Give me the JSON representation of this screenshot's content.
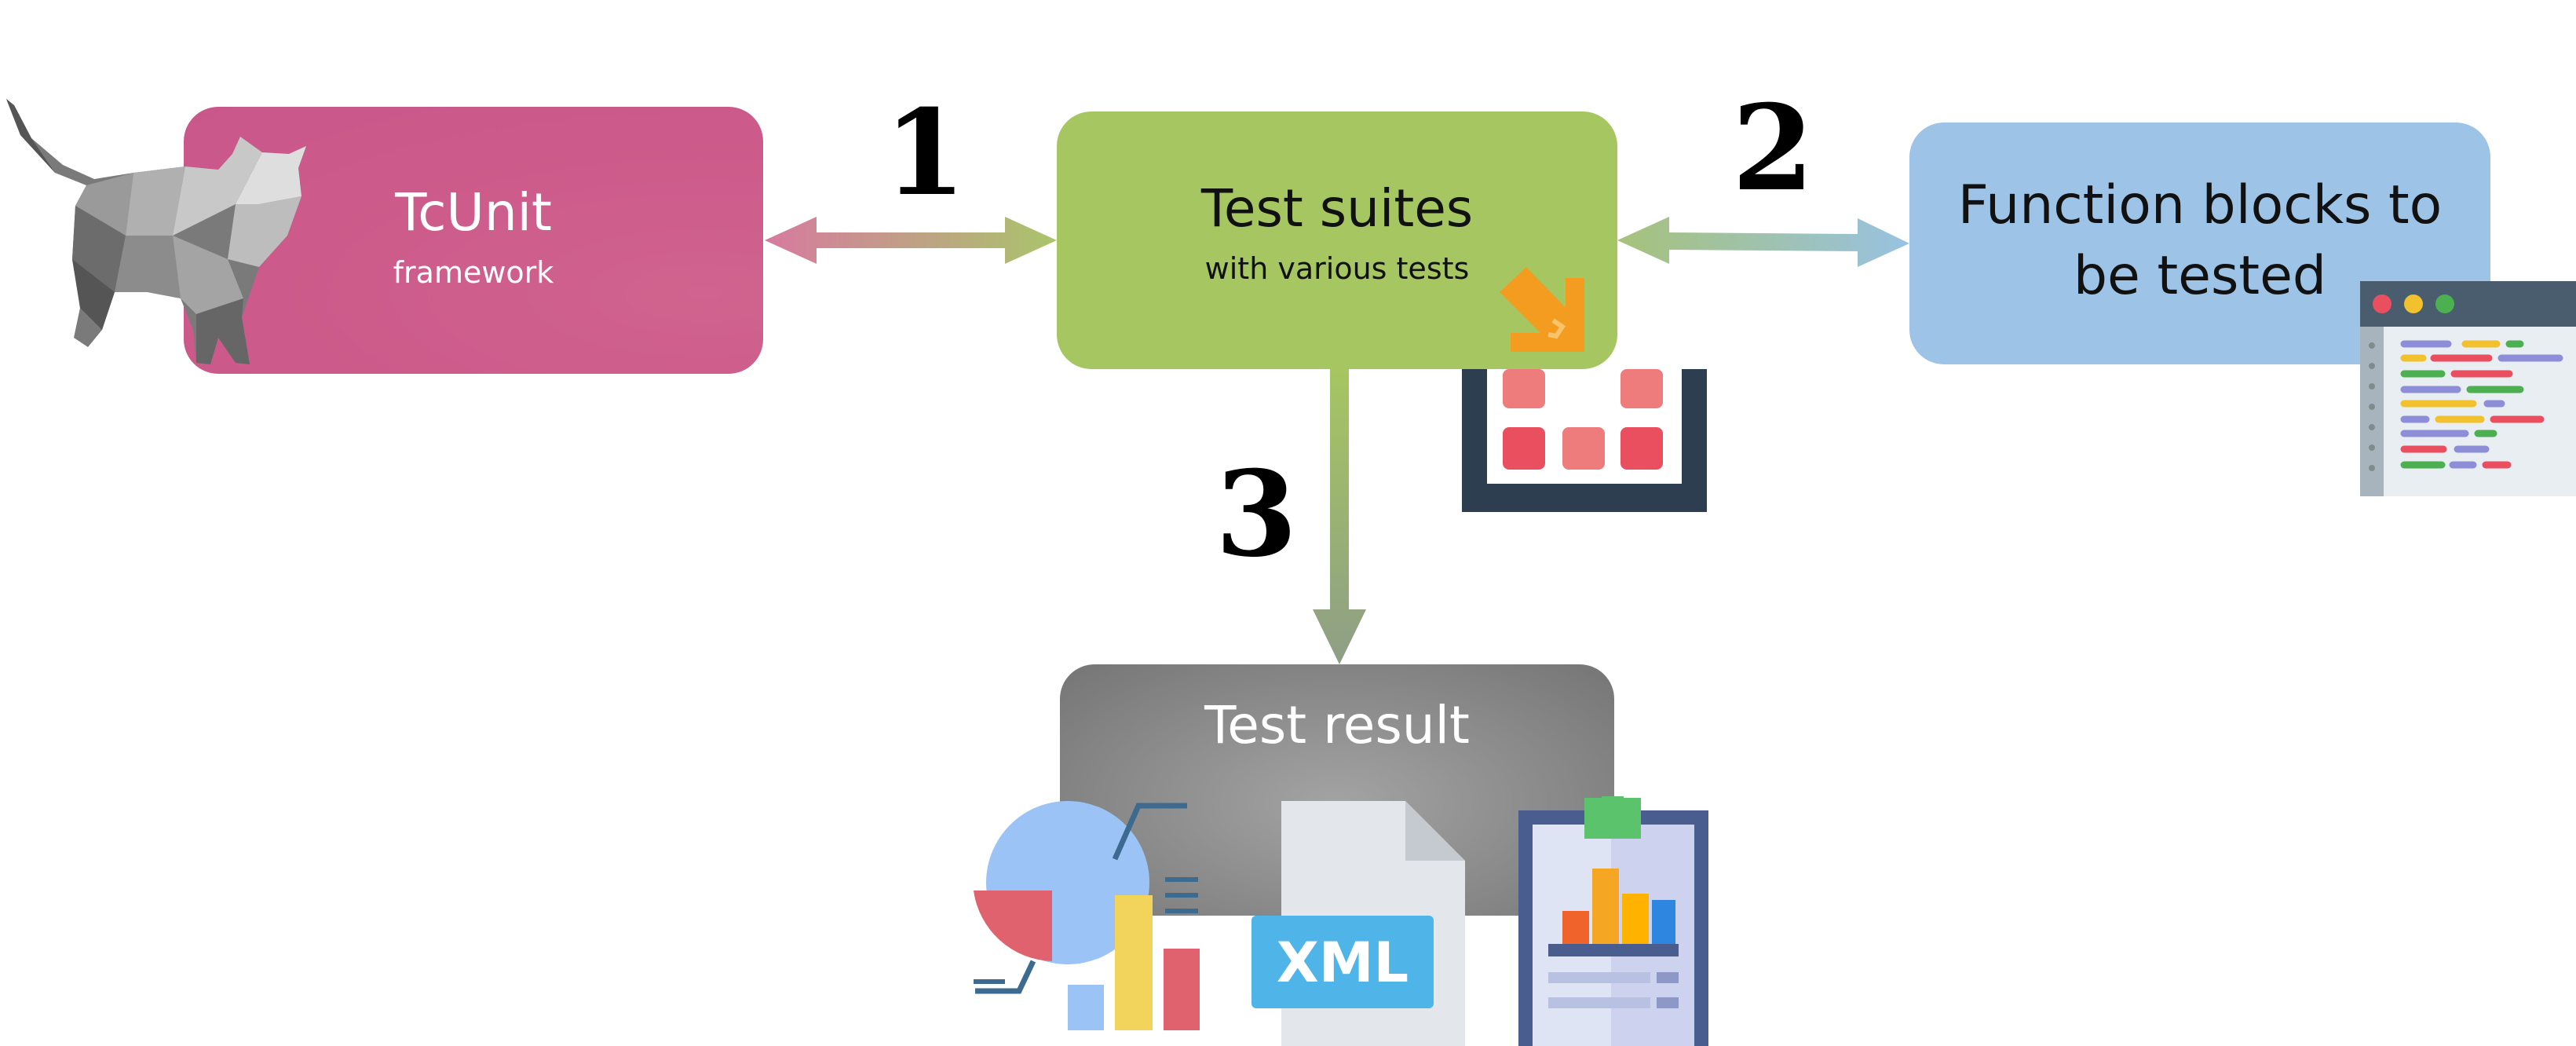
{
  "boxes": {
    "tcunit": {
      "title": "TcUnit",
      "subtitle": "framework"
    },
    "suites": {
      "title": "Test suites",
      "subtitle": "with various tests"
    },
    "function_blocks": {
      "title_line1": "Function blocks to",
      "title_line2": "be tested"
    },
    "result": {
      "title": "Test result"
    }
  },
  "step_numbers": {
    "one": "1",
    "two": "2",
    "three": "3"
  },
  "xml_badge": "XML",
  "icons": [
    "cat-icon",
    "grid-container-icon",
    "code-window-icon",
    "pie-chart-icon",
    "xml-file-icon",
    "clipboard-chart-icon"
  ],
  "colors": {
    "tcunit": "#cc5a8a",
    "suites": "#a6c661",
    "function_blocks": "#9dc3e7",
    "result": "#8a8a8a",
    "xml_badge": "#4fb4e8"
  }
}
